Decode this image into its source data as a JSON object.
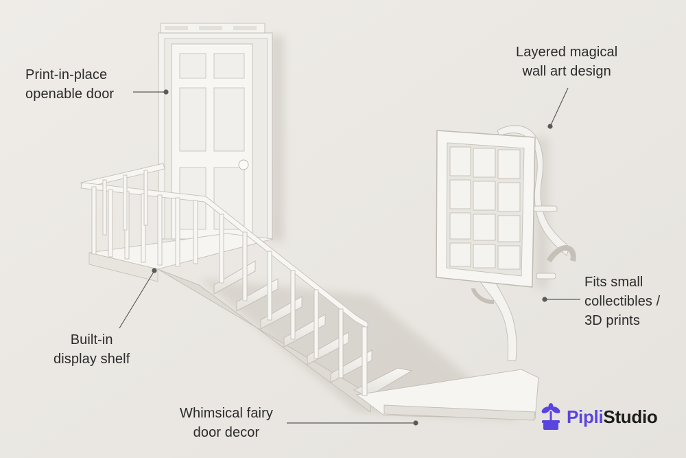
{
  "labels": {
    "door": {
      "line1": "Print-in-place",
      "line2": "openable door"
    },
    "wall_art": {
      "line1": "Layered magical",
      "line2": "wall art design"
    },
    "shelf": {
      "line1": "Built-in",
      "line2": "display shelf"
    },
    "collectibles": {
      "line1": "Fits small",
      "line2": "collectibles /",
      "line3": "3D prints"
    },
    "decor": {
      "line1": "Whimsical fairy",
      "line2": "door decor"
    }
  },
  "brand": {
    "name_part1": "Pipli",
    "name_part2": "Studio"
  },
  "colors": {
    "background": "#ebe8e3",
    "model": "#f6f5f2",
    "shadow": "#cfcbc4",
    "outline": "#b9b4ac",
    "leader": "#555555",
    "brand_accent": "#5a44e0"
  },
  "icons": {
    "brand_mark": "sprout-pot-icon"
  }
}
